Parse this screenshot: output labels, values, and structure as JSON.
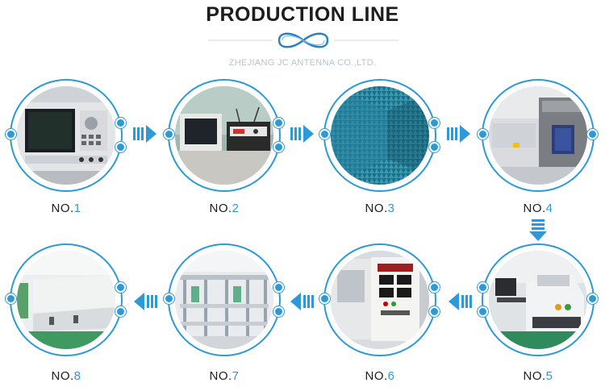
{
  "header": {
    "title": "PRODUCTION LINE",
    "subtitle": "ZHEJIANG JC ANTENNA CO.,LTD."
  },
  "steps": [
    {
      "prefix": "NO.",
      "number": "1",
      "icon": "network-analyzer-photo"
    },
    {
      "prefix": "NO.",
      "number": "2",
      "icon": "test-bench-photo"
    },
    {
      "prefix": "NO.",
      "number": "3",
      "icon": "anechoic-chamber-photo"
    },
    {
      "prefix": "NO.",
      "number": "4",
      "icon": "test-cabinet-photo"
    },
    {
      "prefix": "NO.",
      "number": "5",
      "icon": "xray-analyzer-photo"
    },
    {
      "prefix": "NO.",
      "number": "6",
      "icon": "climate-chamber-photo"
    },
    {
      "prefix": "NO.",
      "number": "7",
      "icon": "assembly-line-photo"
    },
    {
      "prefix": "NO.",
      "number": "8",
      "icon": "reflow-oven-photo"
    }
  ],
  "colors": {
    "accent": "#2c9ad9",
    "title": "#1d1d1d",
    "subtitle": "#b9c4cc"
  }
}
